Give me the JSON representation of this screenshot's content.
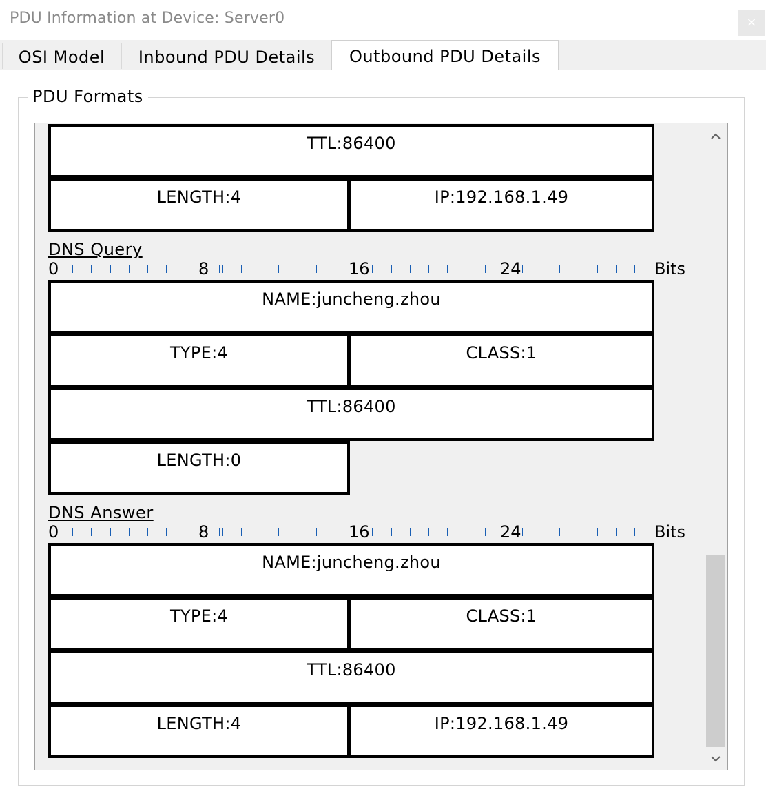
{
  "window": {
    "title": "PDU Information at Device: Server0",
    "close_label": "×"
  },
  "tabs": [
    {
      "label": "OSI Model"
    },
    {
      "label": "Inbound PDU Details"
    },
    {
      "label": "Outbound PDU Details"
    }
  ],
  "group": {
    "label": "PDU Formats"
  },
  "ruler": {
    "labels": [
      "0",
      "8",
      "16",
      "24"
    ],
    "unit": "Bits"
  },
  "partial_record": {
    "ttl": "TTL:86400",
    "length": "LENGTH:4",
    "ip": "IP:192.168.1.49"
  },
  "dns_query": {
    "title": "DNS Query",
    "name": "NAME:juncheng.zhou",
    "type": "TYPE:4",
    "class": "CLASS:1",
    "ttl": "TTL:86400",
    "length": "LENGTH:0"
  },
  "dns_answer": {
    "title": "DNS Answer",
    "name": "NAME:juncheng.zhou",
    "type": "TYPE:4",
    "class": "CLASS:1",
    "ttl": "TTL:86400",
    "length": "LENGTH:4",
    "ip": "IP:192.168.1.49"
  },
  "scrollbar": {
    "up_icon": "chevron-up-icon",
    "down_icon": "chevron-down-icon"
  }
}
